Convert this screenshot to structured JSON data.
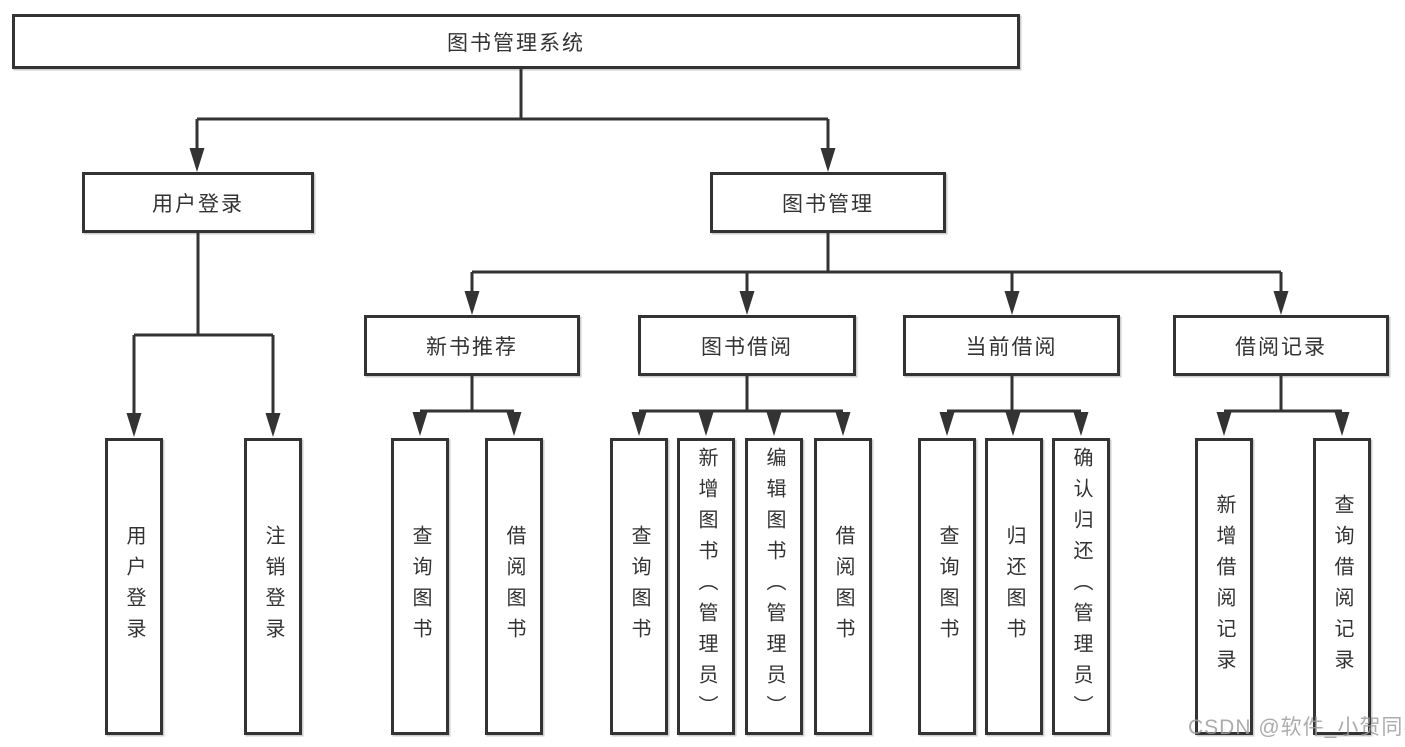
{
  "diagram": {
    "title": "图书管理系统",
    "root": {
      "label": "图书管理系统"
    },
    "level2": [
      {
        "label": "用户登录"
      },
      {
        "label": "图书管理"
      }
    ],
    "level3": [
      {
        "label": "新书推荐"
      },
      {
        "label": "图书借阅"
      },
      {
        "label": "当前借阅"
      },
      {
        "label": "借阅记录"
      }
    ],
    "leaves": {
      "user_login": [
        "用户登录",
        "注销登录"
      ],
      "new_book": [
        "查询图书",
        "借阅图书"
      ],
      "book_borrow": [
        "查询图书",
        "新增图书（管理员）",
        "编辑图书（管理员）",
        "借阅图书"
      ],
      "current_borrow": [
        "查询图书",
        "归还图书",
        "确认归还（管理员）"
      ],
      "borrow_record": [
        "新增借阅记录",
        "查询借阅记录"
      ]
    }
  },
  "watermark": "CSDN @软件_小贺同学",
  "colors": {
    "line": "#333333",
    "box_border": "#333333",
    "background": "#ffffff",
    "text": "#333333",
    "watermark": "#9e9e9e"
  }
}
